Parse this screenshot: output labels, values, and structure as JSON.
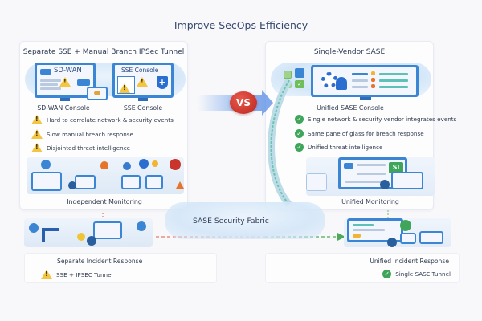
{
  "title": "Improve SecOps Efficiency",
  "comparison_badge": "VS",
  "left": {
    "heading": "Separate SSE + Manual Branch IPSec Tunnel",
    "consoles": [
      {
        "screen_label": "SD-WAN",
        "caption": "SD-WAN Console"
      },
      {
        "screen_label": "SSE Console",
        "caption": "SSE Console"
      }
    ],
    "issues": [
      {
        "icon": "warning-icon",
        "text": "Hard to correlate network & security events"
      },
      {
        "icon": "warning-icon",
        "text": "Slow manual breach response"
      },
      {
        "icon": "warning-icon",
        "text": "Disjointed threat intelligence"
      }
    ],
    "monitoring_caption": "Independent Monitoring",
    "incident_caption": "Separate Incident Response",
    "tunnel": {
      "icon": "warning-icon",
      "text": "SSE + IPSEC Tunnel"
    }
  },
  "right": {
    "heading": "Single-Vendor SASE",
    "console_caption": "Unified SASE Console",
    "benefits": [
      {
        "icon": "check-icon",
        "text": "Single network & security vendor integrates events"
      },
      {
        "icon": "check-icon",
        "text": "Same pane of glass for breach response"
      },
      {
        "icon": "check-icon",
        "text": "Unified threat intelligence"
      }
    ],
    "monitoring_caption": "Unified Monitoring",
    "monitoring_badge": "SI",
    "incident_caption": "Unified Incident Response",
    "tunnel": {
      "icon": "check-icon",
      "text": "Single SASE Tunnel"
    }
  },
  "fabric": {
    "label": "SASE Security Fabric"
  },
  "colors": {
    "accent_blue": "#3a86d4",
    "warning_yellow": "#f4c542",
    "success_green": "#3ea55a",
    "vs_red": "#c9342b",
    "link_red_dashed": "#e05a4a",
    "link_green": "#4caa5a"
  }
}
